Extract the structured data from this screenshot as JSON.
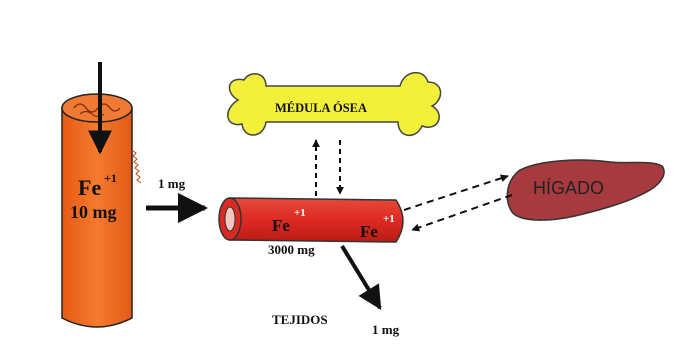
{
  "diagram": {
    "gut": {
      "ion": "Fe",
      "charge": "+1",
      "amount": "10 mg",
      "color": "#F26A21"
    },
    "absorption_label": "1 mg",
    "bone": {
      "label": "MÉDULA ÓSEA",
      "color": "#F2F03A"
    },
    "vessel": {
      "ion_left": "Fe",
      "charge_left": "+1",
      "ion_right": "Fe",
      "charge_right": "+1",
      "amount": "3000 mg",
      "color": "#E0312B"
    },
    "liver": {
      "label": "HÍGADO",
      "color": "#A63A3E"
    },
    "tissues": {
      "label": "TEJIDOS",
      "amount": "1 mg"
    }
  }
}
